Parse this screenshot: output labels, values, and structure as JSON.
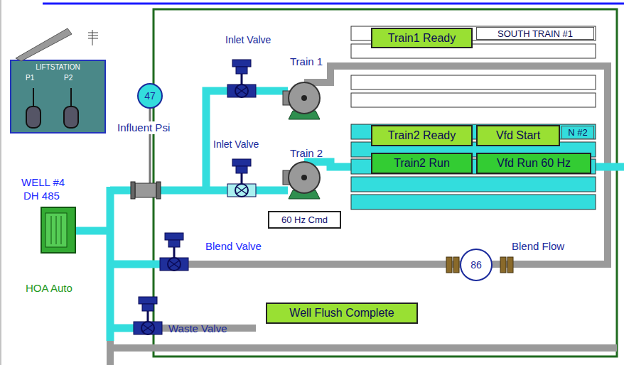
{
  "diagram": {
    "nodes": [
      {
        "text": [
          "LIFTSTATION",
          "P1",
          "P2"
        ]
      },
      {
        "text": [
          "Train1 Ready"
        ]
      },
      {
        "text": [
          "SOUTH TRAIN #1"
        ]
      },
      {
        "text": [
          "Influent Psi",
          "47"
        ]
      },
      {
        "text": [
          "Train2 Ready"
        ]
      },
      {
        "text": [
          "Vfd Start"
        ]
      },
      {
        "text": [
          "N #2"
        ]
      },
      {
        "text": [
          "Train2 Run"
        ]
      },
      {
        "text": [
          "Vfd Run 60 Hz"
        ]
      },
      {
        "text": [
          "60 Hz Cmd"
        ]
      },
      {
        "text": [
          "Blend Flow",
          "86"
        ]
      },
      {
        "text": [
          "Well Flush Complete"
        ]
      }
    ],
    "labels": [
      "Inlet Valve",
      "Train 1",
      "Inlet Valve",
      "Train 2",
      "WELL #4",
      "DH 485",
      "Blend Valve",
      "HOA Auto",
      "Waste Valve"
    ]
  }
}
